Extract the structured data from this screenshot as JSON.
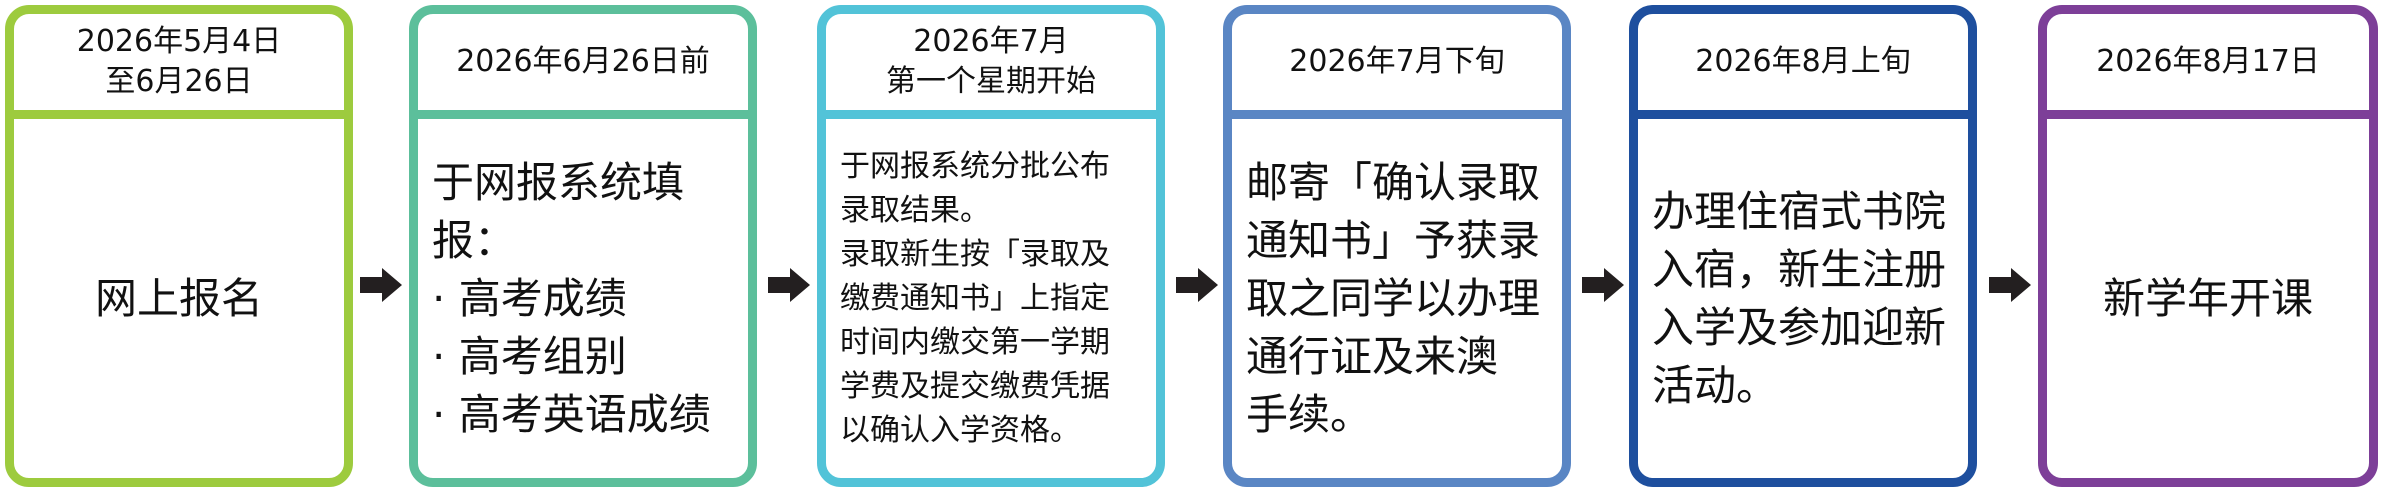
{
  "steps": [
    {
      "date": "2026年5月4日\n至6月26日",
      "text": "网上报名",
      "color": "#9dcb3e"
    },
    {
      "date": "2026年6月26日前",
      "text": "于网报系统填报：\n · 高考成绩\n · 高考组别\n · 高考英语成绩",
      "color": "#5cbf9b"
    },
    {
      "date": "2026年7月\n第一个星期开始",
      "text": "于网报系统分批公布\n录取结果。\n录取新生按「录取及\n缴费通知书」上指定\n时间内缴交第一学期\n学费及提交缴费凭据\n以确认入学资格。",
      "color": "#52c3d8"
    },
    {
      "date": "2026年7月下旬",
      "text": "邮寄「确认录取\n通知书」予获录\n取之同学以办理\n通行证及来澳\n手续。",
      "color": "#5a86c4"
    },
    {
      "date": "2026年8月上旬",
      "text": "办理住宿式书院\n入宿，新生注册\n入学及参加迎新\n活动。",
      "color": "#1e4f9e"
    },
    {
      "date": "2026年8月17日",
      "text": "新学年开课",
      "color": "#7d3f98"
    }
  ],
  "arrow_color": "#231f20"
}
